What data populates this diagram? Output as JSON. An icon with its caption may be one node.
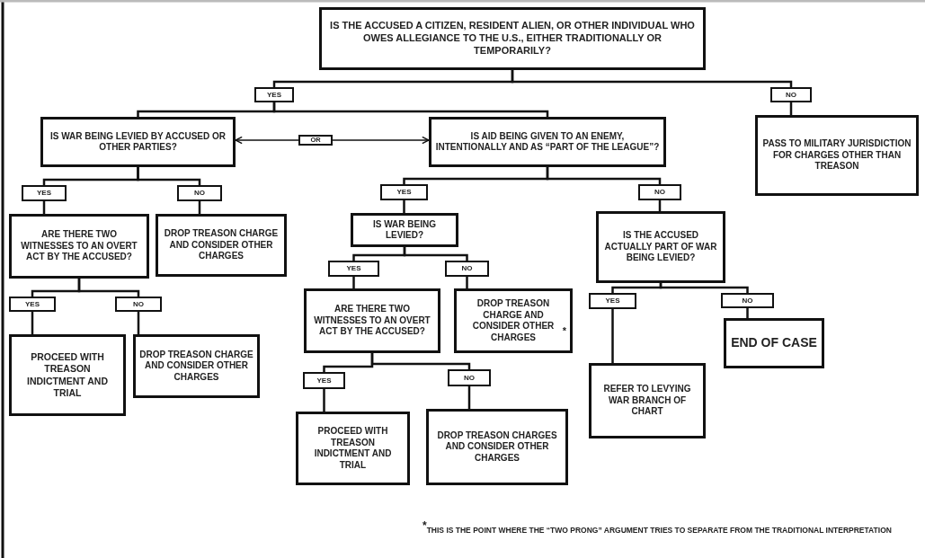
{
  "diagram": {
    "nodes": [
      {
        "text": [
          "IS THE ACCUSED A CITIZEN, RESIDENT ALIEN, OR OTHER INDIVIDUAL WHO OWES ALLEGIANCE TO THE U.S., EITHER TRADITIONALLY OR TEMPORARILY?"
        ]
      },
      {
        "text": [
          "YES"
        ]
      },
      {
        "text": [
          "NO"
        ]
      },
      {
        "text": [
          "IS WAR BEING LEVIED BY ACCUSED OR OTHER PARTIES?"
        ]
      },
      {
        "text": [
          "OR"
        ]
      },
      {
        "text": [
          "IS AID BEING GIVEN TO AN ENEMY, INTENTIONALLY AND AS “PART OF THE LEAGUE”?"
        ]
      },
      {
        "text": [
          "PASS TO MILITARY JURISDICTION FOR CHARGES OTHER THAN TREASON"
        ]
      },
      {
        "text": [
          "YES"
        ]
      },
      {
        "text": [
          "NO"
        ]
      },
      {
        "text": [
          "YES"
        ]
      },
      {
        "text": [
          "NO"
        ]
      },
      {
        "text": [
          "ARE THERE TWO WITNESSES TO AN OVERT ACT BY THE ACCUSED?"
        ]
      },
      {
        "text": [
          "DROP TREASON CHARGE AND CONSIDER OTHER CHARGES"
        ]
      },
      {
        "text": [
          "IS WAR BEING LEVIED?"
        ]
      },
      {
        "text": [
          "IS THE ACCUSED ACTUALLY PART OF WAR BEING LEVIED?"
        ]
      },
      {
        "text": [
          "YES"
        ]
      },
      {
        "text": [
          "NO"
        ]
      },
      {
        "text": [
          "YES"
        ]
      },
      {
        "text": [
          "NO"
        ]
      },
      {
        "text": [
          "YES"
        ]
      },
      {
        "text": [
          "NO"
        ]
      },
      {
        "text": [
          "PROCEED WITH TREASON INDICTMENT AND TRIAL"
        ]
      },
      {
        "text": [
          "DROP TREASON CHARGE AND CONSIDER OTHER CHARGES"
        ]
      },
      {
        "text": [
          "ARE THERE TWO WITNESSES TO AN OVERT ACT BY THE ACCUSED?"
        ]
      },
      {
        "text": [
          "DROP TREASON CHARGE AND CONSIDER OTHER CHARGES",
          "*"
        ]
      },
      {
        "text": [
          "END OF CASE"
        ]
      },
      {
        "text": [
          "REFER TO LEVYING WAR BRANCH OF CHART"
        ]
      },
      {
        "text": [
          "YES"
        ]
      },
      {
        "text": [
          "NO"
        ]
      },
      {
        "text": [
          "PROCEED WITH TREASON INDICTMENT AND TRIAL"
        ]
      },
      {
        "text": [
          "DROP TREASON CHARGES AND CONSIDER OTHER CHARGES"
        ]
      }
    ],
    "edges": [
      {
        "from": 0,
        "to": 1,
        "arrow": "none"
      },
      {
        "from": 0,
        "to": 2,
        "arrow": "none"
      },
      {
        "from": 1,
        "to": 3,
        "arrow": "none"
      },
      {
        "from": 1,
        "to": 5,
        "arrow": "none"
      },
      {
        "from": 2,
        "to": 6,
        "arrow": "none"
      },
      {
        "from": 4,
        "to": 3,
        "arrow": "to"
      },
      {
        "from": 4,
        "to": 5,
        "arrow": "to"
      },
      {
        "from": 3,
        "to": 7,
        "arrow": "none"
      },
      {
        "from": 3,
        "to": 8,
        "arrow": "none"
      },
      {
        "from": 5,
        "to": 9,
        "arrow": "none"
      },
      {
        "from": 5,
        "to": 10,
        "arrow": "none"
      },
      {
        "from": 7,
        "to": 11,
        "arrow": "none"
      },
      {
        "from": 8,
        "to": 12,
        "arrow": "none"
      },
      {
        "from": 9,
        "to": 13,
        "arrow": "none"
      },
      {
        "from": 10,
        "to": 14,
        "arrow": "none"
      },
      {
        "from": 11,
        "to": 15,
        "arrow": "none"
      },
      {
        "from": 11,
        "to": 16,
        "arrow": "none"
      },
      {
        "from": 13,
        "to": 17,
        "arrow": "none"
      },
      {
        "from": 13,
        "to": 18,
        "arrow": "none"
      },
      {
        "from": 14,
        "to": 19,
        "arrow": "none"
      },
      {
        "from": 14,
        "to": 20,
        "arrow": "none"
      },
      {
        "from": 15,
        "to": 21,
        "arrow": "none"
      },
      {
        "from": 16,
        "to": 22,
        "arrow": "none"
      },
      {
        "from": 17,
        "to": 23,
        "arrow": "none"
      },
      {
        "from": 18,
        "to": 24,
        "arrow": "none"
      },
      {
        "from": 19,
        "to": 26,
        "arrow": "none"
      },
      {
        "from": 20,
        "to": 25,
        "arrow": "none"
      },
      {
        "from": 23,
        "to": 27,
        "arrow": "none"
      },
      {
        "from": 23,
        "to": 28,
        "arrow": "none"
      },
      {
        "from": 27,
        "to": 29,
        "arrow": "none"
      },
      {
        "from": 28,
        "to": 30,
        "arrow": "none"
      }
    ],
    "labels": [
      "$^{*}$THIS IS THE POINT WHERE THE “TWO PRONG” ARGUMENT TRIES TO SEPARATE FROM THE TRADITIONAL INTERPRETATION"
    ]
  }
}
